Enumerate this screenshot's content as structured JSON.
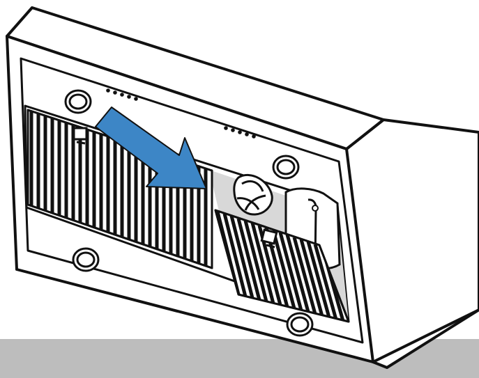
{
  "diagram": {
    "colors": {
      "background": "#ffffff",
      "line": "#111111",
      "filter_fill": "#ffffff",
      "interior_shadow": "#d8d8d8",
      "floor_band": "#bdbdbd",
      "arrow_fill": "#3d86c6",
      "arrow_stroke": "#111111"
    },
    "parts": [
      "range-hood-body",
      "fixed-grease-filter",
      "removed-grease-filter",
      "blower-fan",
      "led-light",
      "control-dots",
      "removal-arrow"
    ]
  }
}
